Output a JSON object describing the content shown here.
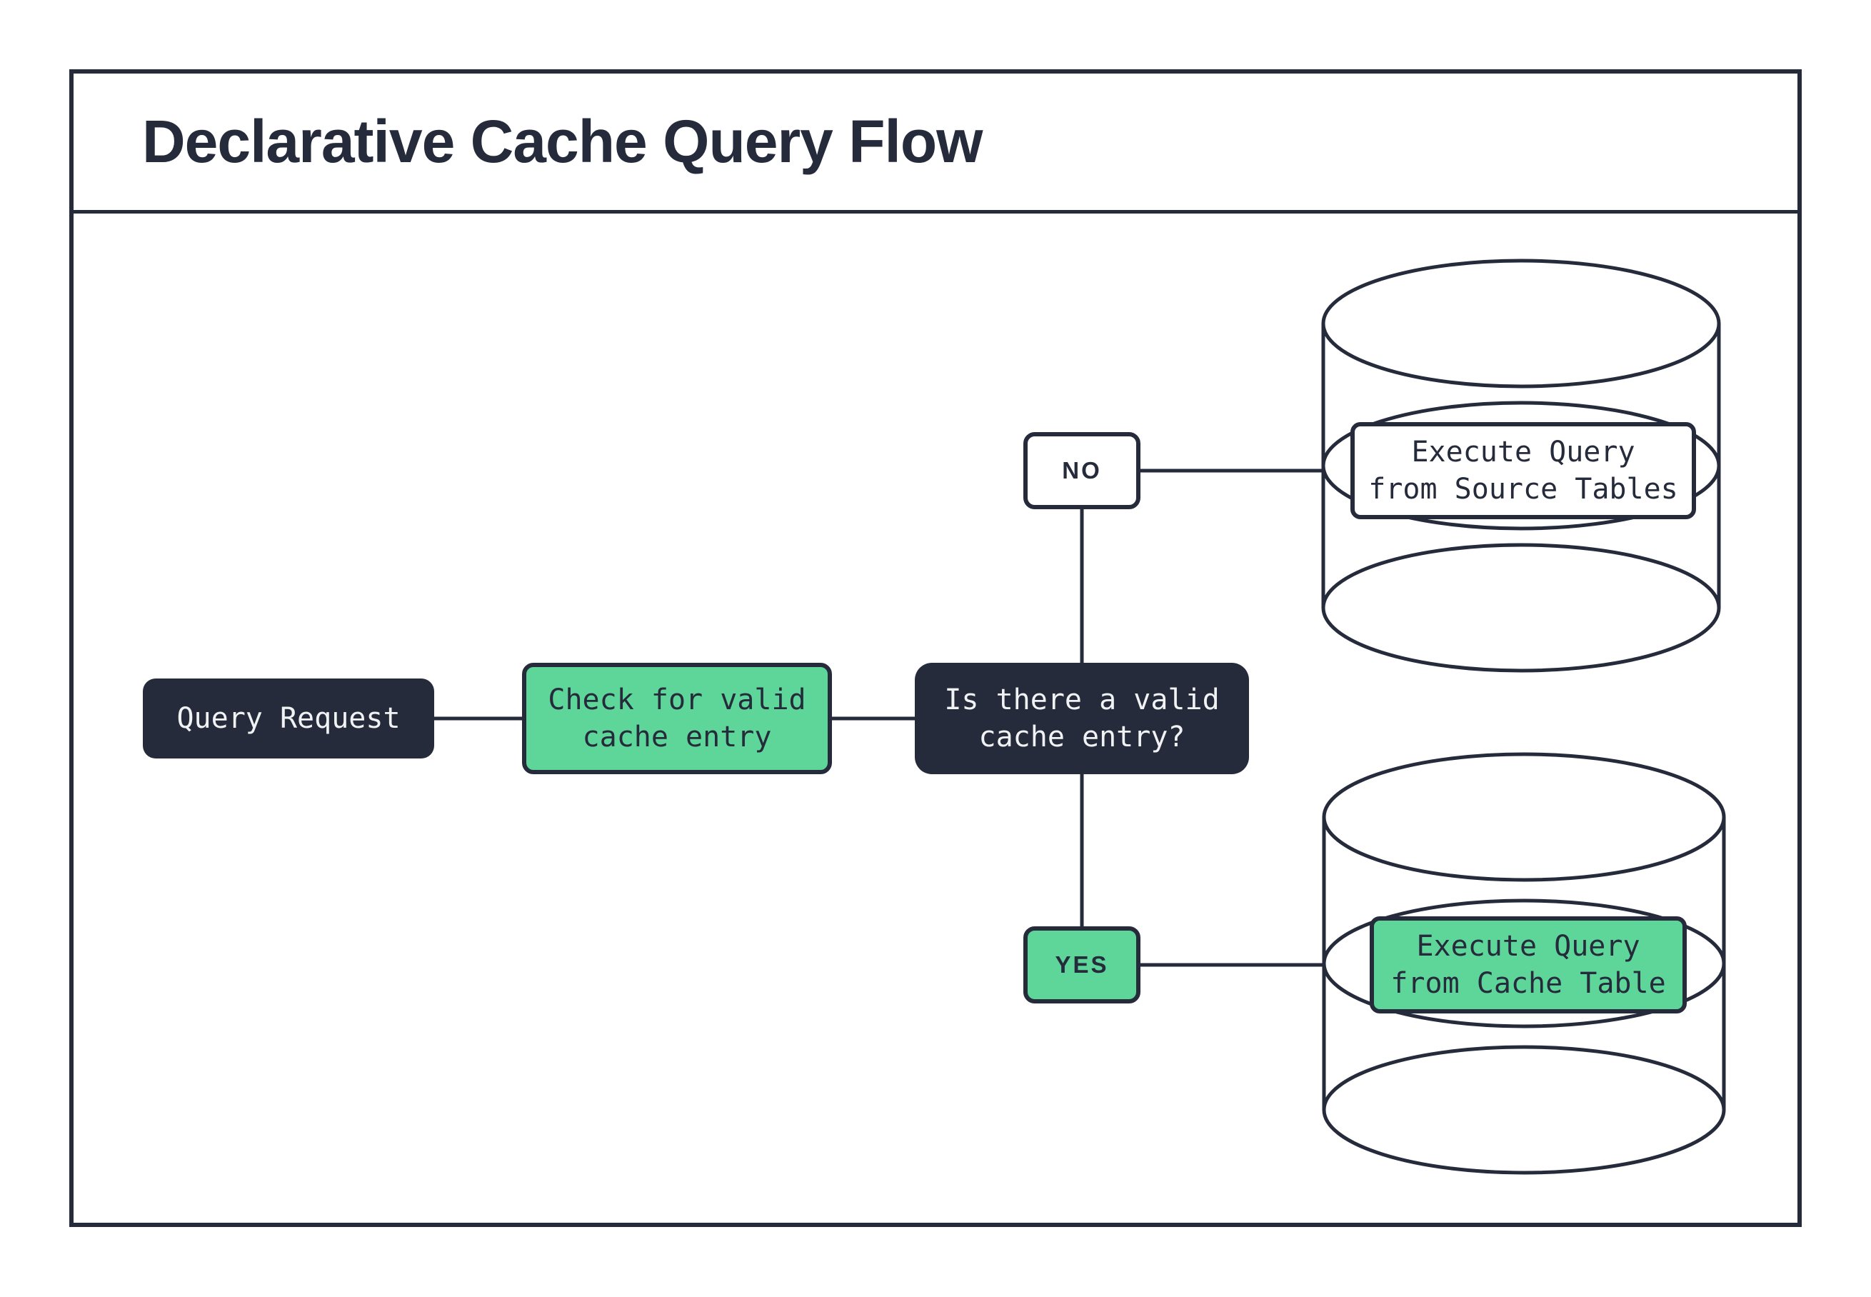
{
  "title": "Declarative Cache Query Flow",
  "colors": {
    "navy": "#252B3B",
    "green": "#5ED69A",
    "paper": "#FFFFFF",
    "light-text": "#F1F2F4"
  },
  "nodes": {
    "query_request": {
      "label": "Query Request"
    },
    "check_cache": {
      "line1": "Check for valid",
      "line2": "cache entry"
    },
    "decision": {
      "line1": "Is there a valid",
      "line2": "cache entry?"
    },
    "branch_no": {
      "label": "NO"
    },
    "branch_yes": {
      "label": "YES"
    },
    "source_db": {
      "line1": "Execute Query",
      "line2": "from Source Tables"
    },
    "cache_db": {
      "line1": "Execute Query",
      "line2": "from Cache Table"
    }
  }
}
